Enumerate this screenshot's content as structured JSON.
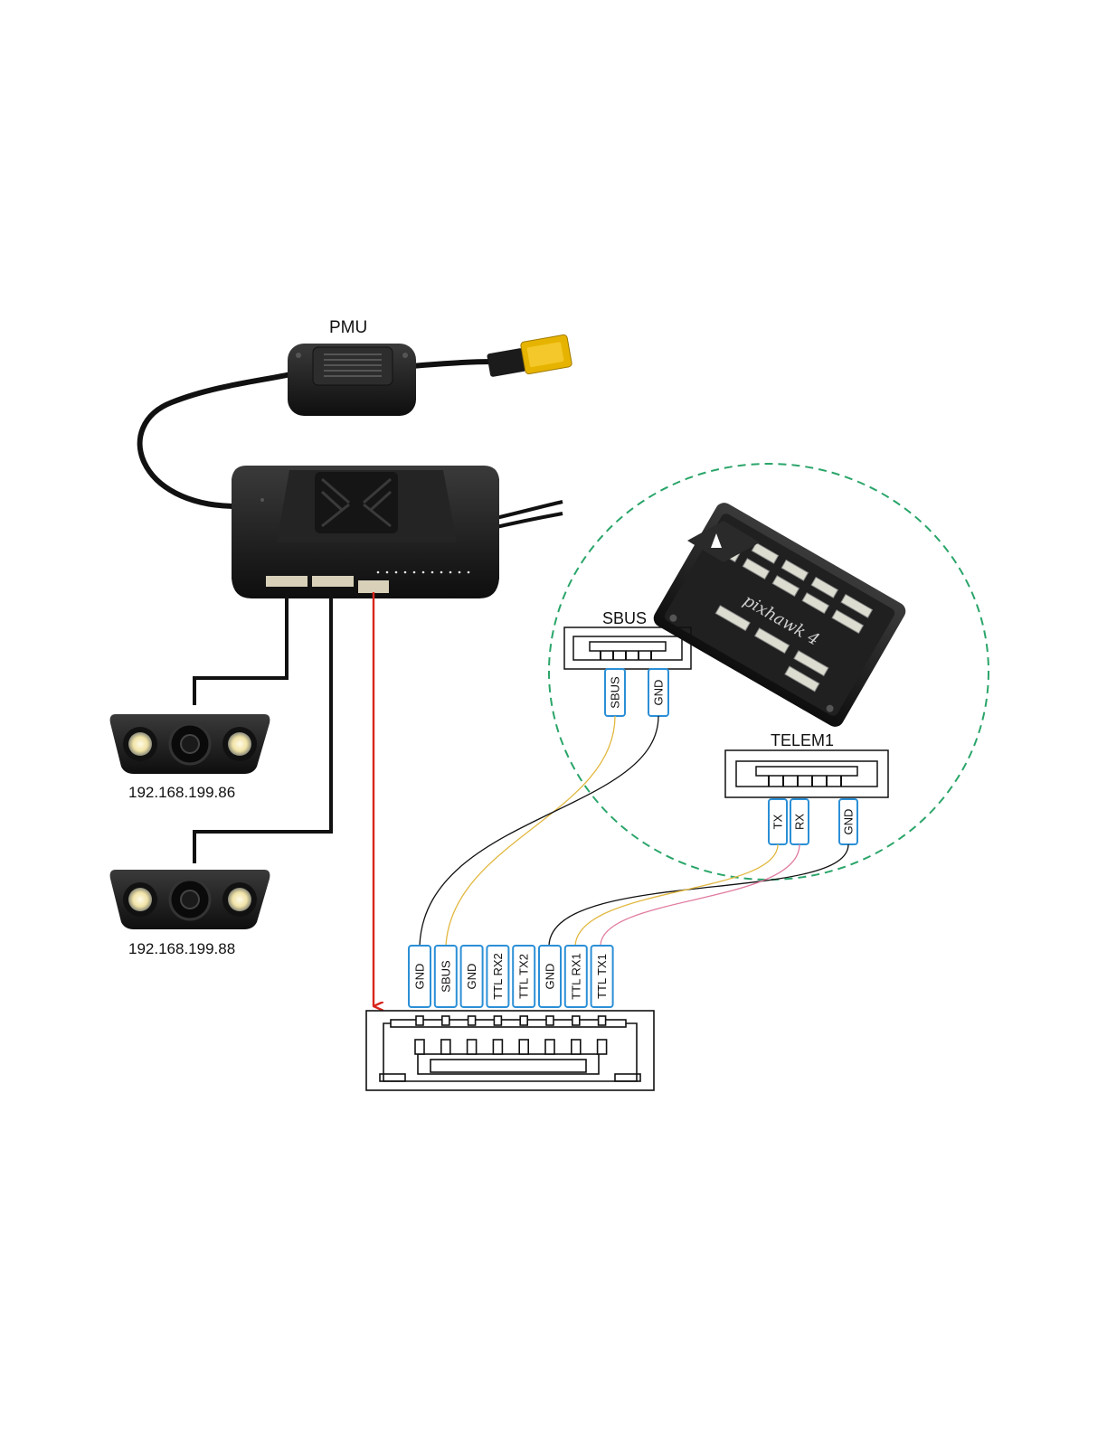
{
  "labels": {
    "pmu": "PMU",
    "sbus": "SBUS",
    "telem1": "TELEM1",
    "camera1_ip": "192.168.199.86",
    "camera2_ip": "192.168.199.88",
    "fc_brand": "pixhawk 4"
  },
  "sbus_pins": [
    "SBUS",
    "GND"
  ],
  "telem_pins": [
    "TX",
    "RX",
    "GND"
  ],
  "bottom_pins": [
    "GND",
    "SBUS",
    "GND",
    "TTL RX2",
    "TTL TX2",
    "GND",
    "TTL RX1",
    "TTL TX1"
  ],
  "colors": {
    "pin_border": "#2b8fd6",
    "arrow": "#d9261c",
    "dashed_circle": "#2aa56a",
    "wire_black": "#111111",
    "wire_yellow": "#e2b840",
    "wire_pink": "#e07aa0",
    "device_body": "#1b1b1b"
  }
}
